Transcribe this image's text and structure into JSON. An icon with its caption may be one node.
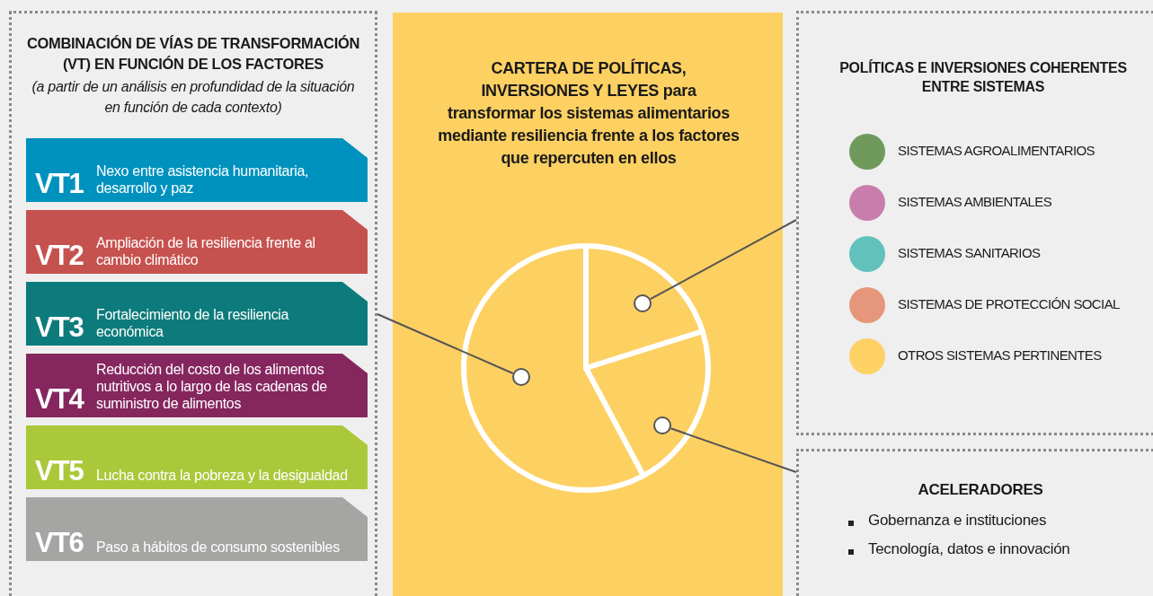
{
  "diagram": {
    "nodes": [
      {
        "text": [
          "COMBINACIÓN DE VÍAS DE TRANSFORMACIÓN (VT) EN FUNCIÓN DE LOS FACTORES",
          "(a partir de un análisis en profundidad de la situación en función de cada contexto)"
        ]
      },
      {
        "text": [
          "VT1",
          "Nexo entre asistencia humanitaria, desarrollo y paz"
        ],
        "in": 0
      },
      {
        "text": [
          "VT2",
          "Ampliación de la resiliencia frente al cambio climático"
        ],
        "in": 0
      },
      {
        "text": [
          "VT3",
          "Fortalecimiento de la resiliencia económica"
        ],
        "in": 0
      },
      {
        "text": [
          "VT4",
          "Reducción del costo de los alimentos nutritivos a lo largo de las cadenas de suministro de alimentos"
        ],
        "in": 0
      },
      {
        "text": [
          "VT5",
          "Lucha contra la pobreza y la desigualdad"
        ],
        "in": 0
      },
      {
        "text": [
          "VT6",
          "Paso a hábitos de consumo sostenibles"
        ],
        "in": 0
      },
      {
        "text": [
          "CARTERA DE POLÍTICAS, INVERSIONES Y LEYES para transformar los sistemas alimentarios mediante resiliencia frente a los factores que repercuten en ellos"
        ]
      },
      {
        "text": [],
        "shape": "circle",
        "in": 7
      },
      {
        "text": [],
        "shape": "circle",
        "in": 8
      },
      {
        "text": [],
        "shape": "circle",
        "in": 8
      },
      {
        "text": [],
        "shape": "circle",
        "in": 8
      },
      {
        "text": [
          "POLÍTICAS E INVERSIONES COHERENTES ENTRE SISTEMAS"
        ]
      },
      {
        "text": [
          "ACELERADORES",
          "Gobernanza e instituciones",
          "Tecnología, datos e innovación"
        ]
      }
    ],
    "edges": [
      {
        "from": 0,
        "to": 10,
        "arrow": "none"
      },
      {
        "from": 12,
        "to": 9,
        "arrow": "none"
      },
      {
        "from": 13,
        "to": 11,
        "arrow": "none"
      }
    ],
    "legend": [
      {
        "text": "SISTEMAS AGROALIMENTARIOS",
        "color": "#6f9a5c"
      },
      {
        "text": "SISTEMAS AMBIENTALES",
        "color": "#c87ead"
      },
      {
        "text": "SISTEMAS SANITARIOS",
        "color": "#62c1bd"
      },
      {
        "text": "SISTEMAS DE PROTECCIÓN SOCIAL",
        "color": "#e6967a"
      },
      {
        "text": "OTROS SISTEMAS PERTINENTES",
        "color": "#fdd164"
      }
    ]
  }
}
